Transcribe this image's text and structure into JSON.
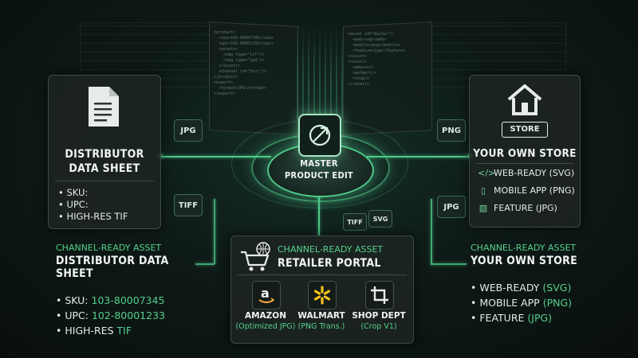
{
  "hub": {
    "line1": "MASTER",
    "line2": "PRODUCT EDIT"
  },
  "badges": {
    "jpg_left": "JPG",
    "tiff_left": "TIFF",
    "png_right": "PNG",
    "jpg_right": "JPG",
    "tiff_center": "TIFF",
    "svg_center": "SVG"
  },
  "distributor_panel": {
    "title_line1": "DISTRIBUTOR",
    "title_line2": "DATA SHEET",
    "fields": [
      "SKU:",
      "UPC:",
      "HIGH-RES TIF"
    ]
  },
  "store_panel": {
    "sign": "STORE",
    "title": "YOUR OWN STORE",
    "items": [
      "WEB-READY (SVG)",
      "MOBILE APP (PNG)",
      "FEATURE (JPG)"
    ]
  },
  "distributor_asset": {
    "kicker": "CHANNEL-READY ASSET",
    "title": "DISTRIBUTOR DATA SHEET",
    "items": [
      {
        "label": "SKU:",
        "value": "103-80007345"
      },
      {
        "label": "UPC:",
        "value": "102-80001233"
      },
      {
        "label": "HIGH-RES",
        "value": "TIF"
      }
    ]
  },
  "retailer_panel": {
    "kicker": "CHANNEL-READY ASSET",
    "title": "RETAILER PORTAL",
    "retailers": [
      {
        "name": "AMAZON",
        "sub": "(Optimized JPG)"
      },
      {
        "name": "WALMART",
        "sub": "(PNG Trans.)"
      },
      {
        "name": "SHOP DEPT",
        "sub": "(Crop V1)"
      }
    ]
  },
  "store_asset": {
    "kicker": "CHANNEL-READY ASSET",
    "title": "YOUR OWN STORE",
    "items": [
      {
        "label": "WEB-READY",
        "value": "(SVG)"
      },
      {
        "label": "MOBILE APP",
        "value": "(PNG)"
      },
      {
        "label": "FEATURE",
        "value": "(JPG)"
      }
    ]
  },
  "colors": {
    "accent": "#56d18e",
    "background": "#0e1a17",
    "panel": "#1c2422"
  }
}
